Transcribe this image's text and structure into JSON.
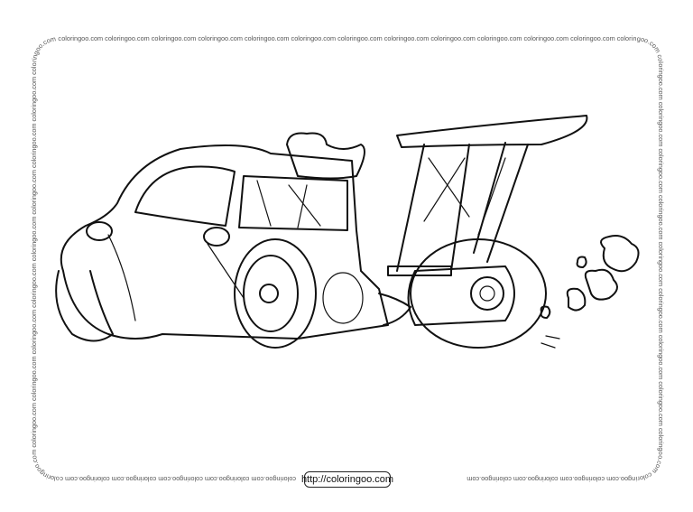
{
  "watermark": {
    "repeat_text": "coloringoo.com",
    "url_label": "http://coloringoo.com"
  },
  "illustration": {
    "subject": "dragster-car-coloring-page",
    "line_color": "#111111",
    "watermark_color": "#555555"
  }
}
